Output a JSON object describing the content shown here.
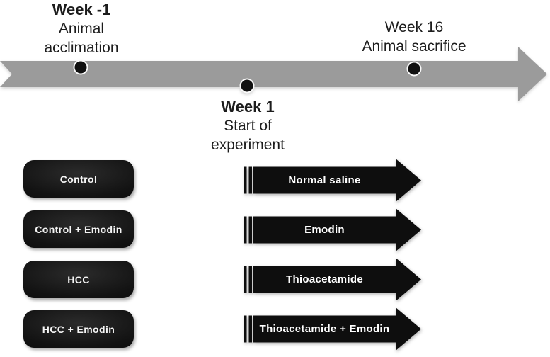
{
  "colors": {
    "background": "#ffffff",
    "timeline_bar": "#9b9b9b",
    "milestone_dot": "#111111",
    "dot_ring": "#fafafa",
    "shape_black": "#0e0e0e",
    "timeline_text": "#1c1c1c",
    "shape_label_text": "#ffffff"
  },
  "timeline": {
    "milestones": [
      {
        "title": "Week -1",
        "line1": "Animal",
        "line2": "acclimation"
      },
      {
        "title": "Week 1",
        "line1": "Start of",
        "line2": "experiment"
      },
      {
        "title": "Week 16",
        "line1": "Animal sacrifice",
        "line2": ""
      }
    ]
  },
  "groups": [
    {
      "label": "Control",
      "treatment": "Normal saline"
    },
    {
      "label": "Control + Emodin",
      "treatment": "Emodin"
    },
    {
      "label": "HCC",
      "treatment": "Thioacetamide"
    },
    {
      "label": "HCC + Emodin",
      "treatment": "Thioacetamide + Emodin"
    }
  ]
}
